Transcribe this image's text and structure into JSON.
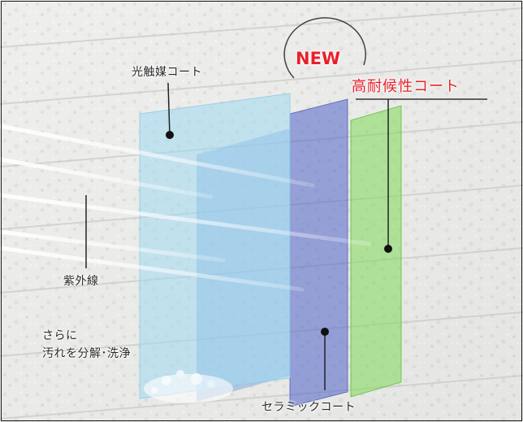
{
  "labels": {
    "photocatalyst_coat": "光触媒コート",
    "badge_new": "NEW",
    "high_weather_coat": "高耐候性コート",
    "uv_rays": "紫外線",
    "self_clean_line1": "さらに",
    "self_clean_line2": "汚れを分解･洗浄",
    "ceramic_coat": "セラミックコート"
  },
  "colors": {
    "photocatalyst_layer": "#9fd9f0",
    "blue_layer": "#6f9be0",
    "ceramic_layer": "#4f62c8",
    "high_weather_layer": "#7ed957",
    "new_text": "#e8202a",
    "wall": "#e9e9e7"
  }
}
